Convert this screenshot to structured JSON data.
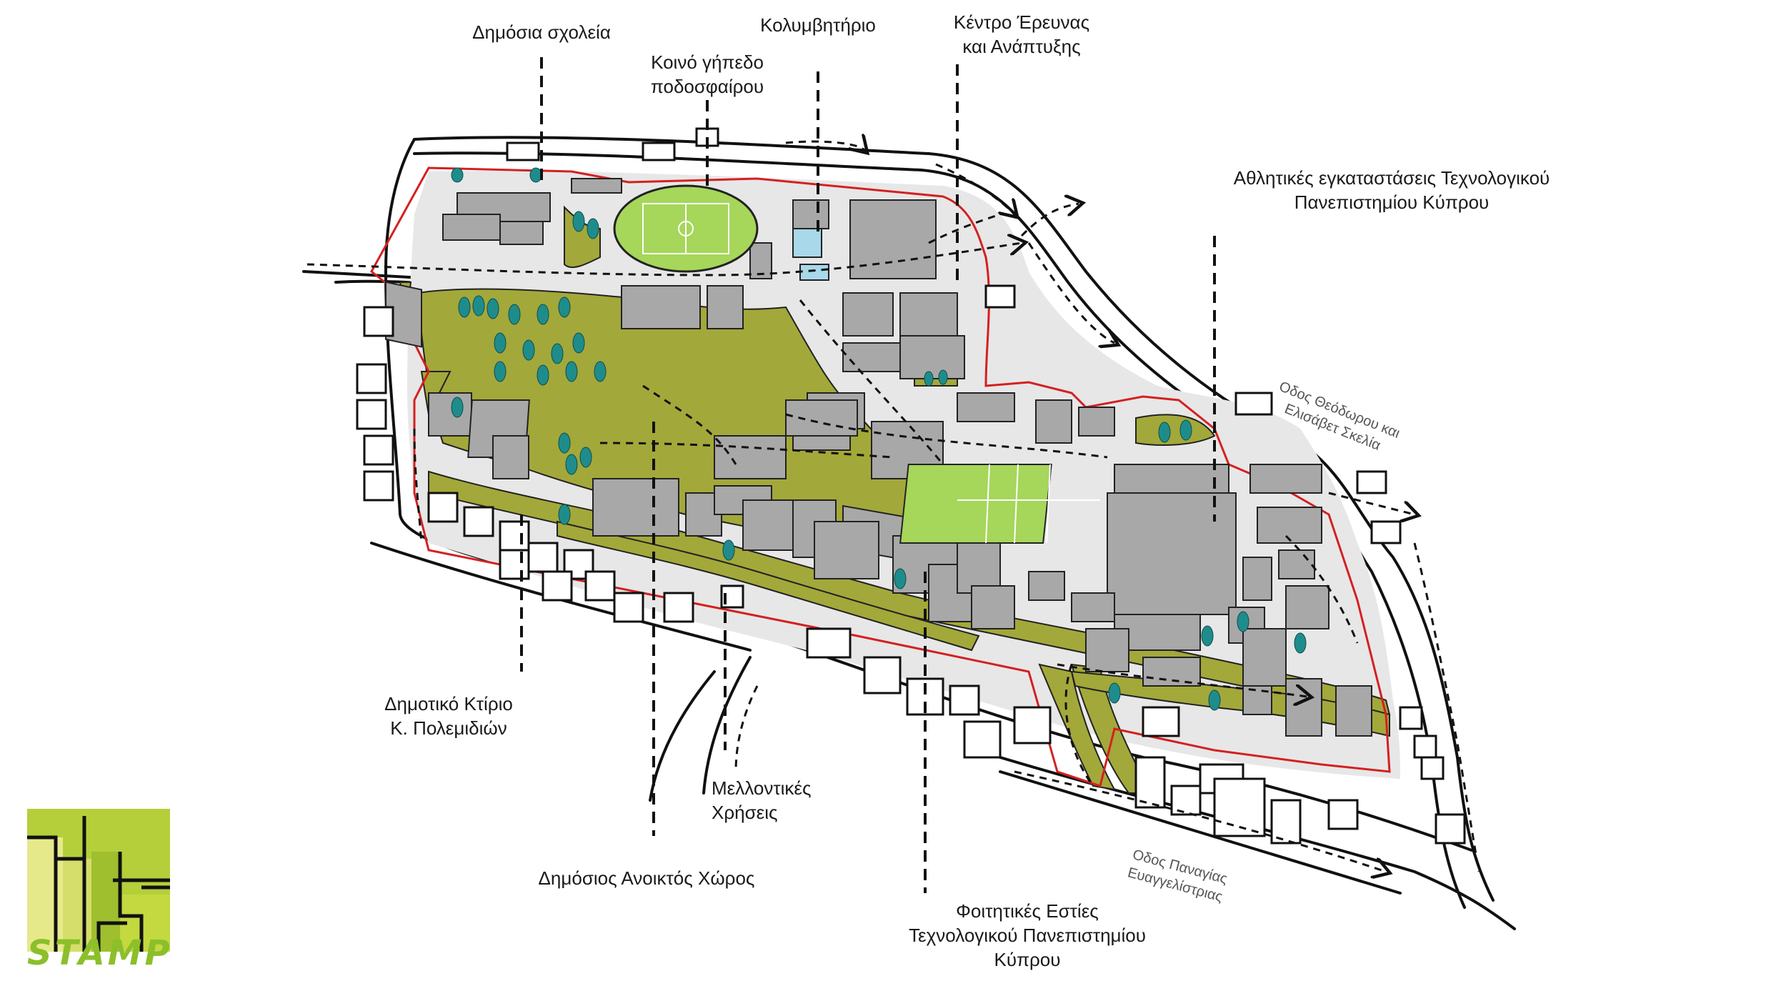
{
  "labels": {
    "public_schools": "Δημόσια σχολεία",
    "football_field_1": "Κοινό γήπεδο",
    "football_field_2": "ποδοσφαίρου",
    "pool": "Κολυμβητήριο",
    "research_1": "Κέντρο Έρευνας",
    "research_2": "και Ανάπτυξης",
    "sports_1": "Αθλητικές εγκαταστάσεις Τεχνολογικού",
    "sports_2": "Πανεπιστημίου Κύπρου",
    "municipal_1": "Δημοτικό Κτίριο",
    "municipal_2": "Κ. Πολεμιδιών",
    "future_1": "Μελλοντικές",
    "future_2": "Χρήσεις",
    "open_space": "Δημόσιος Ανοικτός Χώρος",
    "dorms_1": "Φοιτητικές Εστίες",
    "dorms_2": "Τεχνολογικού Πανεπιστημίου",
    "dorms_3": "Κύπρου"
  },
  "roads": {
    "theodorou_1": "Οδος Θεόδωρου και",
    "theodorou_2": "Ελισάβετ Σκελία",
    "panagias_1": "Οδος Παναγίας",
    "panagias_2": "Ευαγγελίστριας"
  },
  "logo": {
    "text": "STAMP"
  },
  "colors": {
    "green_area": "#a3a83a",
    "building": "#a8a8a8",
    "field": "#a6d65a",
    "pool": "#a8d8ea",
    "boundary": "#d42020",
    "ground": "#e6e6e6",
    "tree": "#1f8c8c"
  }
}
